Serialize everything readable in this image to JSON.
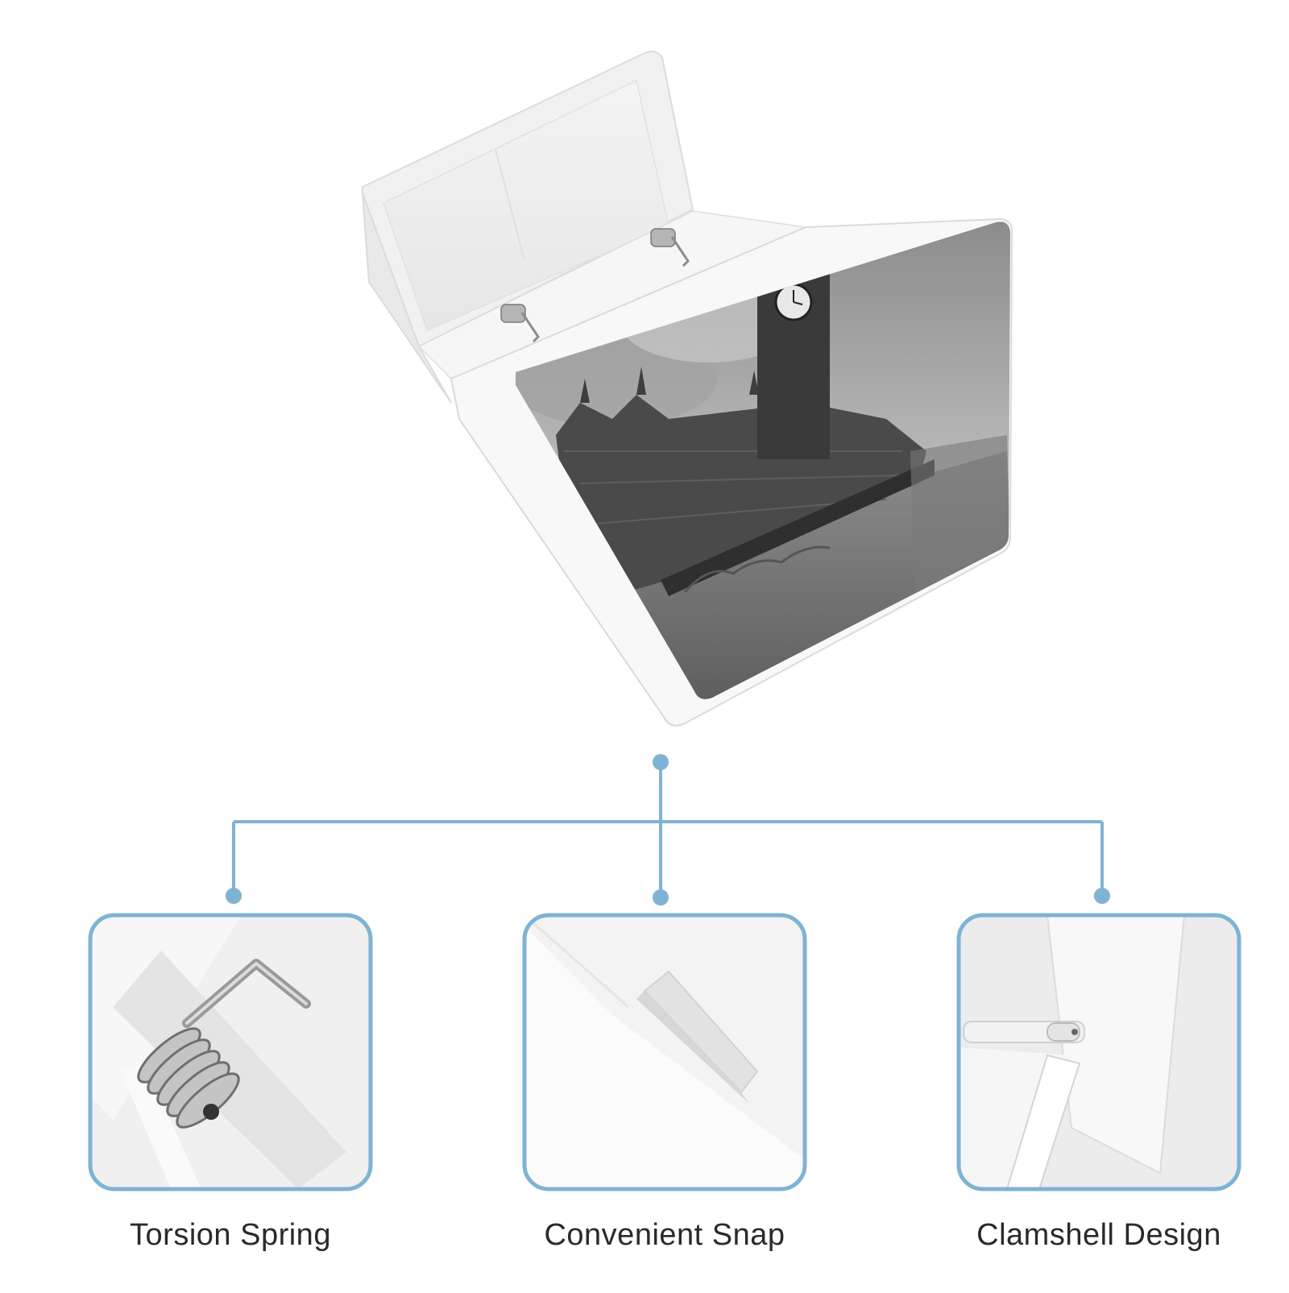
{
  "accent_color": "#7fb3d3",
  "product": {
    "icon": "cigarette-case-clamshell",
    "lid_print": "big-ben-westminster-photo"
  },
  "features": [
    {
      "label": "Torsion Spring",
      "icon": "torsion-spring-icon"
    },
    {
      "label": "Convenient Snap",
      "icon": "snap-latch-icon"
    },
    {
      "label": "Clamshell Design",
      "icon": "clamshell-hinge-icon"
    }
  ]
}
